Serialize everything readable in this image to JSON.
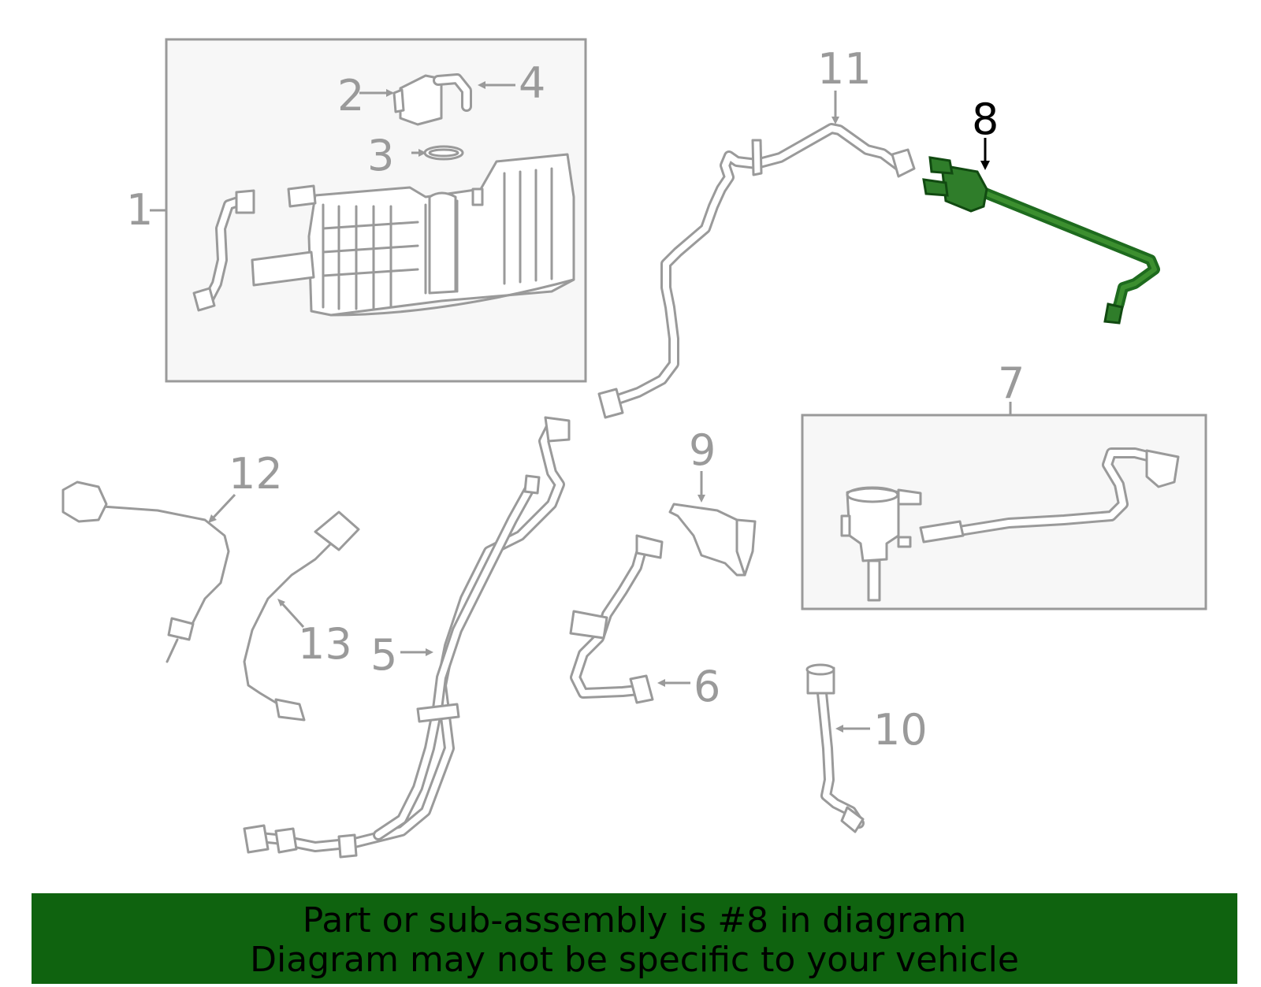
{
  "diagram": {
    "highlight_color": "#2f7d2a",
    "banner_color": "#0f630f",
    "callouts": [
      {
        "id": "c1",
        "label": "1"
      },
      {
        "id": "c2",
        "label": "2"
      },
      {
        "id": "c3",
        "label": "3"
      },
      {
        "id": "c4",
        "label": "4"
      },
      {
        "id": "c5",
        "label": "5"
      },
      {
        "id": "c6",
        "label": "6"
      },
      {
        "id": "c7",
        "label": "7"
      },
      {
        "id": "c8",
        "label": "8"
      },
      {
        "id": "c9",
        "label": "9"
      },
      {
        "id": "c10",
        "label": "10"
      },
      {
        "id": "c11",
        "label": "11"
      },
      {
        "id": "c12",
        "label": "12"
      },
      {
        "id": "c13",
        "label": "13"
      }
    ],
    "highlighted_part": "8"
  },
  "banner": {
    "line1": "Part or sub-assembly is #8 in diagram",
    "line2": "Diagram may not be specific to your vehicle"
  }
}
